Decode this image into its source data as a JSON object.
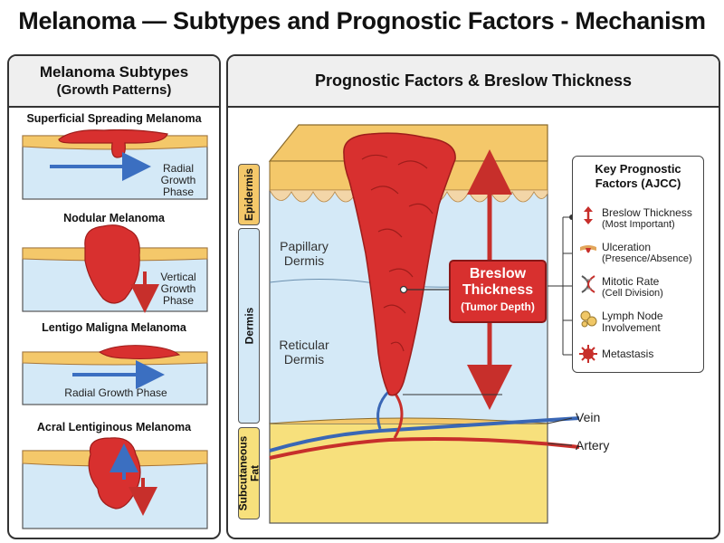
{
  "title": "Melanoma — Subtypes and Prognostic Factors - Mechanism",
  "left_panel": {
    "title": "Melanoma Subtypes",
    "subtitle": "(Growth Patterns)",
    "subtypes": [
      {
        "name": "Superficial Spreading Melanoma",
        "label_lines": [
          "Radial",
          "Growth",
          "Phase"
        ]
      },
      {
        "name": "Nodular Melanoma",
        "label_lines": [
          "Vertical",
          "Growth",
          "Phase"
        ]
      },
      {
        "name": "Lentigo Maligna Melanoma",
        "label_lines": [
          "Radial Growth Phase"
        ]
      },
      {
        "name": "Acral Lentiginous Melanoma",
        "label_lines": []
      }
    ]
  },
  "right_panel": {
    "title": "Prognostic Factors & Breslow Thickness",
    "layers": {
      "epidermis": "Epidermis",
      "dermis": "Dermis",
      "subcutaneous_fat_1": "Subcutaneous",
      "subcutaneous_fat_2": "Fat"
    },
    "dermis_parts": {
      "papillary_1": "Papillary",
      "papillary_2": "Dermis",
      "reticular_1": "Reticular",
      "reticular_2": "Dermis"
    },
    "breslow": {
      "line1": "Breslow",
      "line2": "Thickness",
      "line3": "(Tumor Depth)"
    },
    "vessels": {
      "vein": "Vein",
      "artery": "Artery"
    },
    "key_box": {
      "title_1": "Key Prognostic",
      "title_2": "Factors (AJCC)",
      "items": [
        {
          "icon": "double-arrow-icon",
          "line1": "Breslow Thickness",
          "line2": "(Most Important)"
        },
        {
          "icon": "ulceration-icon",
          "line1": "Ulceration",
          "line2": "(Presence/Absence)"
        },
        {
          "icon": "dna-icon",
          "line1": "Mitotic Rate",
          "line2": "(Cell Division)"
        },
        {
          "icon": "lymph-node-icon",
          "line1": "Lymph Node",
          "line2": "Involvement"
        },
        {
          "icon": "metastasis-icon",
          "line1": "Metastasis",
          "line2": ""
        }
      ]
    }
  },
  "colors": {
    "tumor": "#d8302f",
    "tumor_dark": "#9e1d1b",
    "epidermis": "#f4c86a",
    "dermis": "#d4e9f7",
    "fat": "#f7e07c",
    "arrow_blue": "#3b6fc1",
    "vein": "#3a67b5",
    "artery": "#c72f2b"
  }
}
